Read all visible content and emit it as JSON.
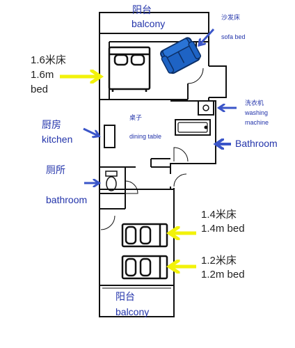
{
  "colors": {
    "wall": "#111111",
    "text_blue": "#2233aa",
    "text_dark": "#222222",
    "arrow_yellow": "#f2f20a",
    "arrow_blue": "#3a55c8",
    "sofa_fill": "#1e63c4"
  },
  "labels": {
    "balcony_top_cn": "阳台",
    "balcony_top_en": "balcony",
    "sofa_bed_cn": "沙发床",
    "sofa_bed_en": "sofa bed",
    "bed16_cn": "1.6米床",
    "bed16_m": "1.6m",
    "bed16_en": "bed",
    "washing_cn": "洗衣机",
    "washing_en_1": "washing",
    "washing_en_2": "machine",
    "kitchen_cn": "厨房",
    "kitchen_en": "kitchen",
    "table_cn": "桌子",
    "table_en": "dining table",
    "bathroom_right": "Bathroom",
    "toilet_cn": "厕所",
    "toilet_en": "bathroom",
    "bed14_cn": "1.4米床",
    "bed14_en": "1.4m bed",
    "bed12_cn": "1.2米床",
    "bed12_en": "1.2m bed",
    "balcony_bottom_cn": "阳台",
    "balcony_bottom_en": "balcony"
  },
  "icons": {
    "bed": "double-bed-icon",
    "sofa": "sofa-icon",
    "toilet": "toilet-icon",
    "washer": "washing-machine-icon",
    "bathtub": "bathtub-icon",
    "stove": "stove-icon"
  }
}
